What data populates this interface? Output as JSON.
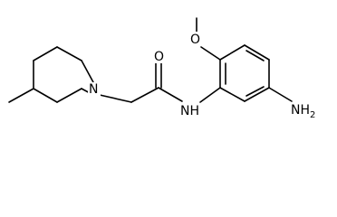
{
  "labels": {
    "oxygen_methoxy": "O",
    "oxygen_carbonyl": "O",
    "nitrogen_ring": "N",
    "amide_nh": "NH",
    "amino_nh2": "NH",
    "amino_subscript": "2"
  },
  "colors": {
    "bond": "#000000",
    "text": "#000000",
    "background": "#ffffff"
  }
}
